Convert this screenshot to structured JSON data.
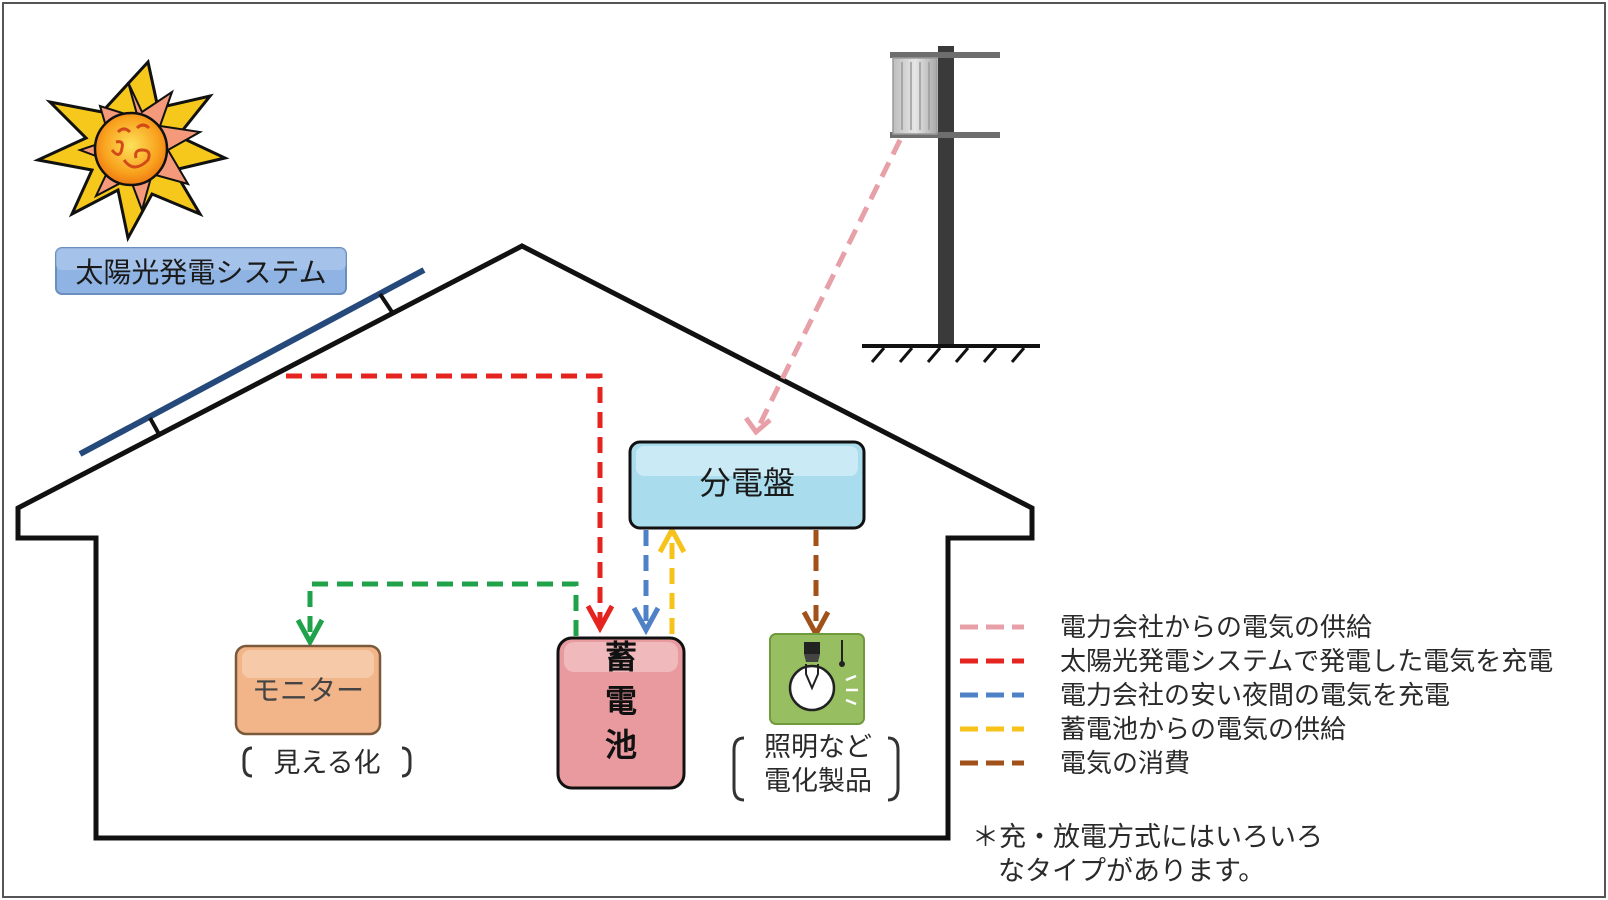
{
  "solar": {
    "label": "太陽光発電システム"
  },
  "panel_board": {
    "label": "分電盤"
  },
  "battery": {
    "chars": [
      "蓄",
      "電",
      "池"
    ]
  },
  "monitor": {
    "label": "モニター",
    "caption": "見える化"
  },
  "appliance": {
    "caption_line1": "照明など",
    "caption_line2": "電化製品"
  },
  "legend": {
    "items": [
      {
        "label": "電力会社からの電気の供給",
        "color": "#e8a0a8"
      },
      {
        "label": "太陽光発電システムで発電した電気を充電",
        "color": "#e52420"
      },
      {
        "label": "電力会社の安い夜間の電気を充電",
        "color": "#4f81c7"
      },
      {
        "label": "蓄電池からの電気の供給",
        "color": "#f7c21a"
      },
      {
        "label": "電気の消費",
        "color": "#a0521a"
      }
    ]
  },
  "note": {
    "line1": "＊充・放電方式にはいろいろ",
    "line2": "なタイプがあります。"
  },
  "colors": {
    "solar_box": "#8fb4e3",
    "panel_box": "#a9dcec",
    "battery_box": "#e89a9e",
    "monitor_box": "#f2b58a",
    "appliance_box": "#97bf62",
    "monitor_link": "#1fa24a",
    "roof_panel": "#24497a"
  }
}
